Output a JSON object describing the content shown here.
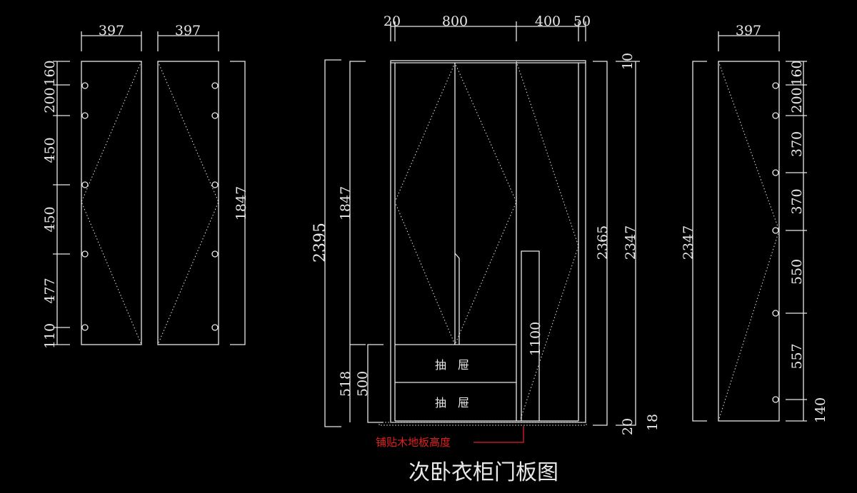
{
  "title": "次卧衣柜门板图",
  "note": "铺贴木地板高度",
  "drawer_label": "抽　屉",
  "colors": {
    "background": "#000000",
    "line": "#e8e8e8",
    "note": "#e02020"
  },
  "left_panels": {
    "width_a": "397",
    "width_b": "397",
    "height": "1847",
    "hinge_spacing": [
      "160",
      "200",
      "450",
      "450",
      "477",
      "110"
    ]
  },
  "cabinet": {
    "top_dims": [
      "20",
      "800",
      "400",
      "50"
    ],
    "overall_height": "2395",
    "door_height": "1847",
    "drawer_zone": "518",
    "drawer_height": "500",
    "inner_unit": "1100",
    "right_dims": {
      "top_gap": "10",
      "h1": "2365",
      "h2": "2347",
      "bottom_gap": "20",
      "floor": "18"
    }
  },
  "right_panel": {
    "width": "397",
    "height": "2347",
    "hinge_spacing": [
      "160",
      "200",
      "370",
      "370",
      "550",
      "557",
      "140"
    ]
  }
}
